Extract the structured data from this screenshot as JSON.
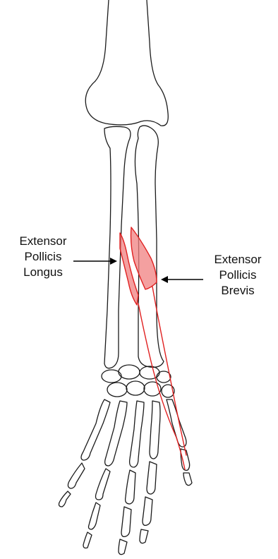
{
  "labels": {
    "epl": [
      "Extensor",
      "Pollicis",
      "Longus"
    ],
    "epb": [
      "Extensor",
      "Pollicis",
      "Brevis"
    ]
  },
  "colors": {
    "bone_outline": "#1a1a1a",
    "muscle_fill": "#f08080",
    "muscle_stroke": "#e02020",
    "arrow": "#000000",
    "background": "#ffffff"
  }
}
